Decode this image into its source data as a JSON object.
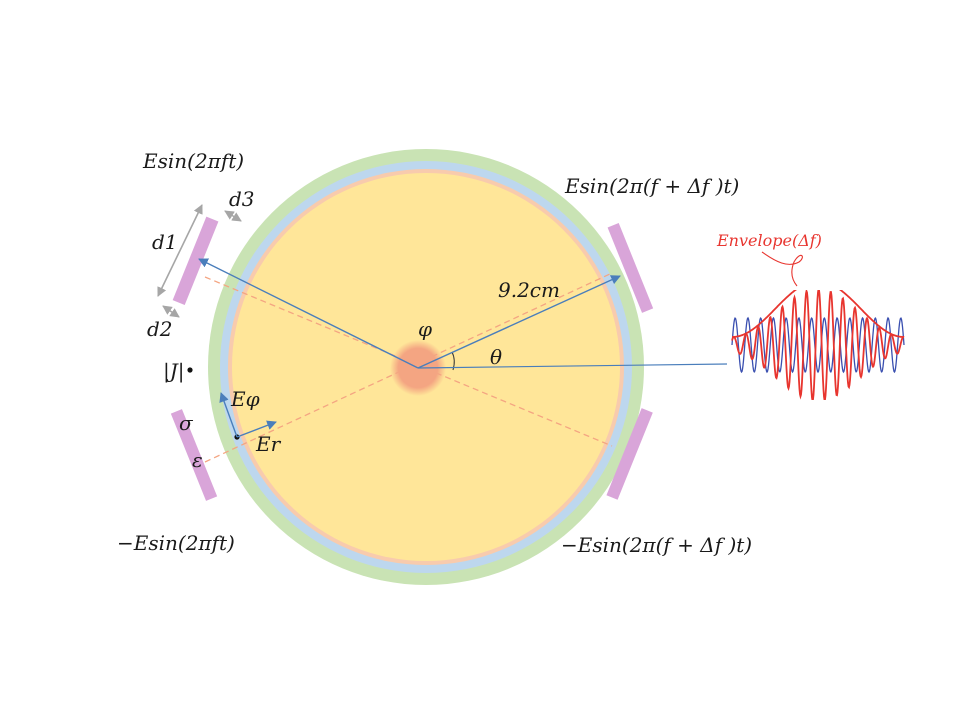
{
  "labels": {
    "electrode_top_left": "Esin(2πft)",
    "electrode_top_right": "Esin(2π(f + Δf )t)",
    "electrode_bottom_left": "−Esin(2πft)",
    "electrode_bottom_right": "−Esin(2π(f + Δf )t)",
    "d1": "d1",
    "d2": "d2",
    "d3": "d3",
    "radius": "9.2cm",
    "phi": "φ",
    "theta": "θ",
    "current_density": "|J|",
    "e_phi": "Eφ",
    "e_r": "Er",
    "sigma": "σ",
    "epsilon": "ε",
    "envelope": "Envelope(Δf)"
  },
  "colors": {
    "outer_layer": "#c9e3b4",
    "middle_layer": "#bdd7ee",
    "inner_layer": "#f8cbad",
    "core": "#ffe699",
    "focus_spot": "#f4a582",
    "electrode": "#d9a5d9",
    "vector": "#4a7ebb",
    "guide": "#f4a582",
    "wave_blue": "#3a4fb0",
    "wave_red": "#e8352f"
  }
}
